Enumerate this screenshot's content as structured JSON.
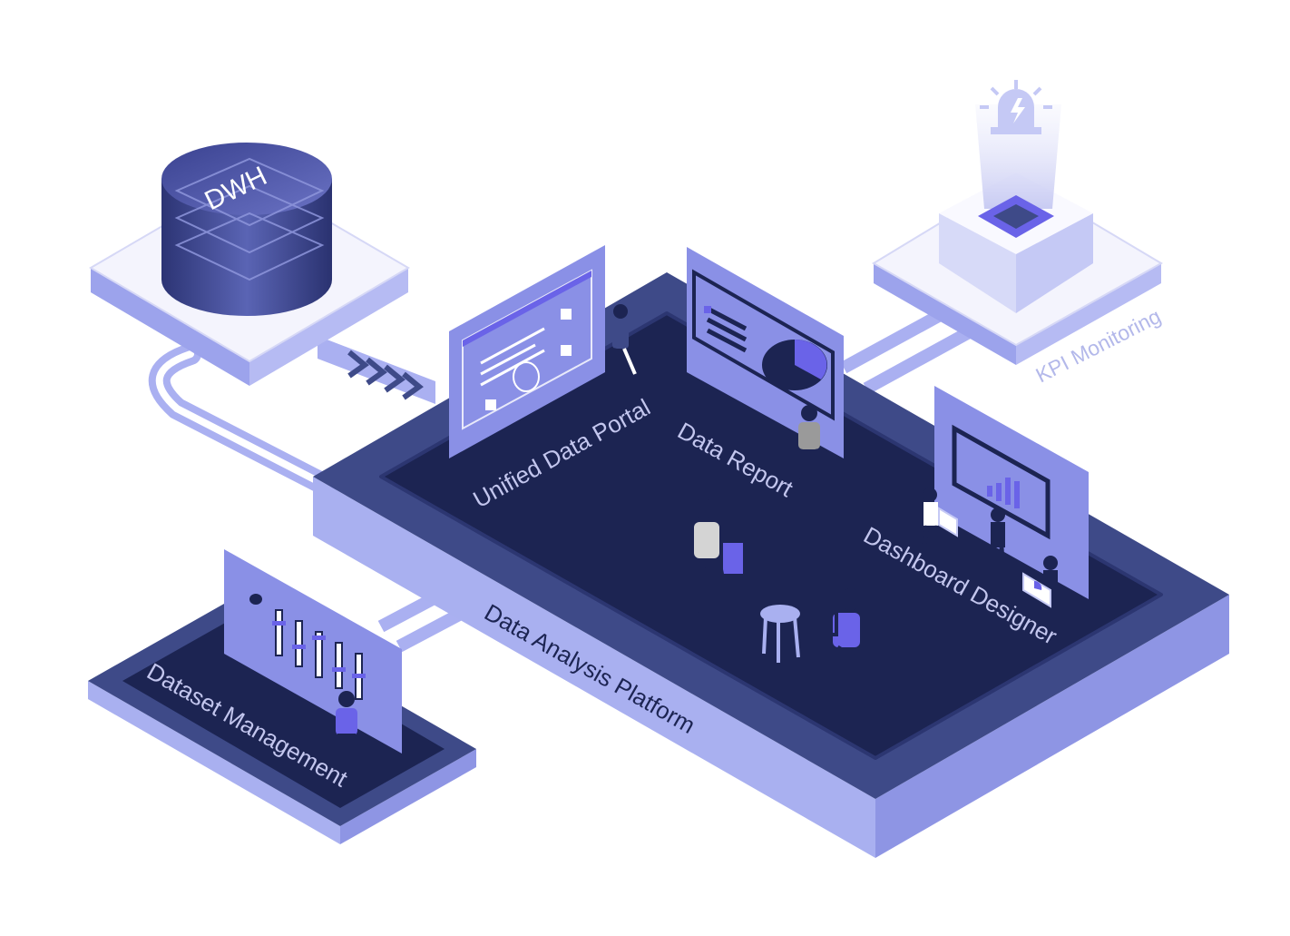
{
  "diagram": {
    "nodes": {
      "dwh": {
        "label": "DWH"
      },
      "kpi_monitoring": {
        "label": "KPI Monitoring"
      },
      "data_analysis_platform": {
        "label": "Data Analysis Platform"
      },
      "unified_data_portal": {
        "label": "Unified Data Portal"
      },
      "data_report": {
        "label": "Data Report"
      },
      "dashboard_designer": {
        "label": "Dashboard Designer"
      },
      "dataset_management": {
        "label": "Dataset Management"
      }
    },
    "edges": [
      {
        "from": "dwh",
        "to": "data_analysis_platform"
      },
      {
        "from": "kpi_monitoring",
        "to": "data_analysis_platform"
      },
      {
        "from": "dataset_management",
        "to": "data_analysis_platform"
      }
    ],
    "colors": {
      "deck_dark": "#1c2452",
      "deck_mid": "#3e4a88",
      "deck_side": "#a9b0f0",
      "panel": "#8a90e6",
      "panel_light": "#b9bdf5",
      "tile_top": "#f3f3fd",
      "accent": "#6a63e8"
    }
  }
}
